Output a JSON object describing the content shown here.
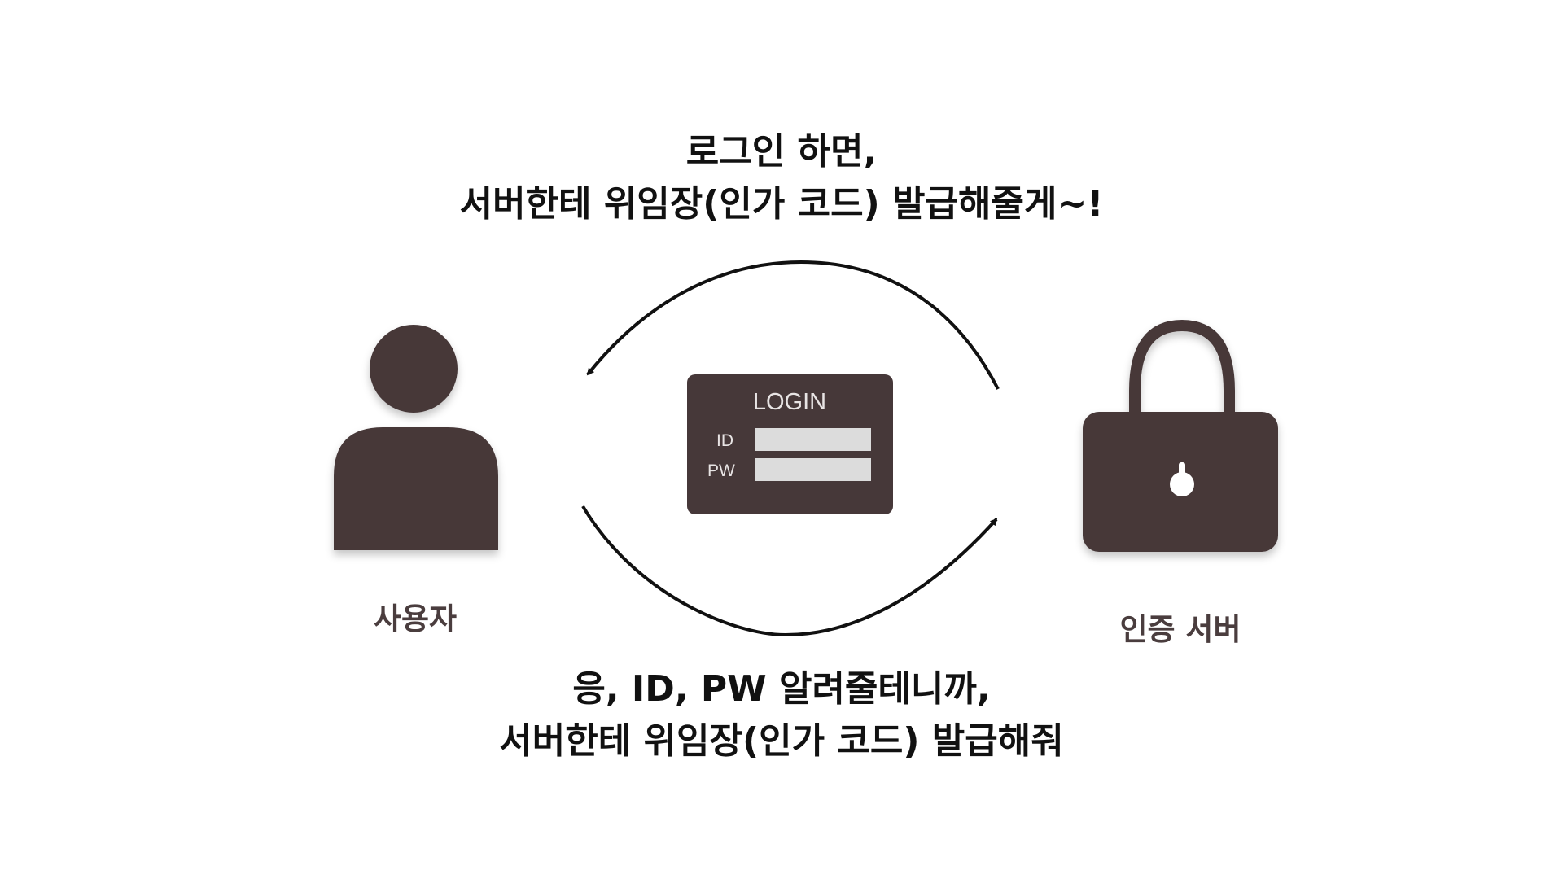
{
  "captions": {
    "top_line1": "로그인 하면,",
    "top_line2": "서버한테 위임장(인가 코드) 발급해줄게~!",
    "bottom_line1": "응, ID, PW 알려줄테니까,",
    "bottom_line2": "서버한테 위임장(인가 코드) 발급해줘"
  },
  "actors": {
    "user_label": "사용자",
    "server_label": "인증 서버",
    "user_icon": "person-icon",
    "server_icon": "lock-icon"
  },
  "login_box": {
    "title": "LOGIN",
    "id_label": "ID",
    "pw_label": "PW"
  },
  "colors": {
    "icon": "#463839",
    "text": "#111111",
    "label": "#4a3d3e",
    "field": "#dcdcdc"
  }
}
